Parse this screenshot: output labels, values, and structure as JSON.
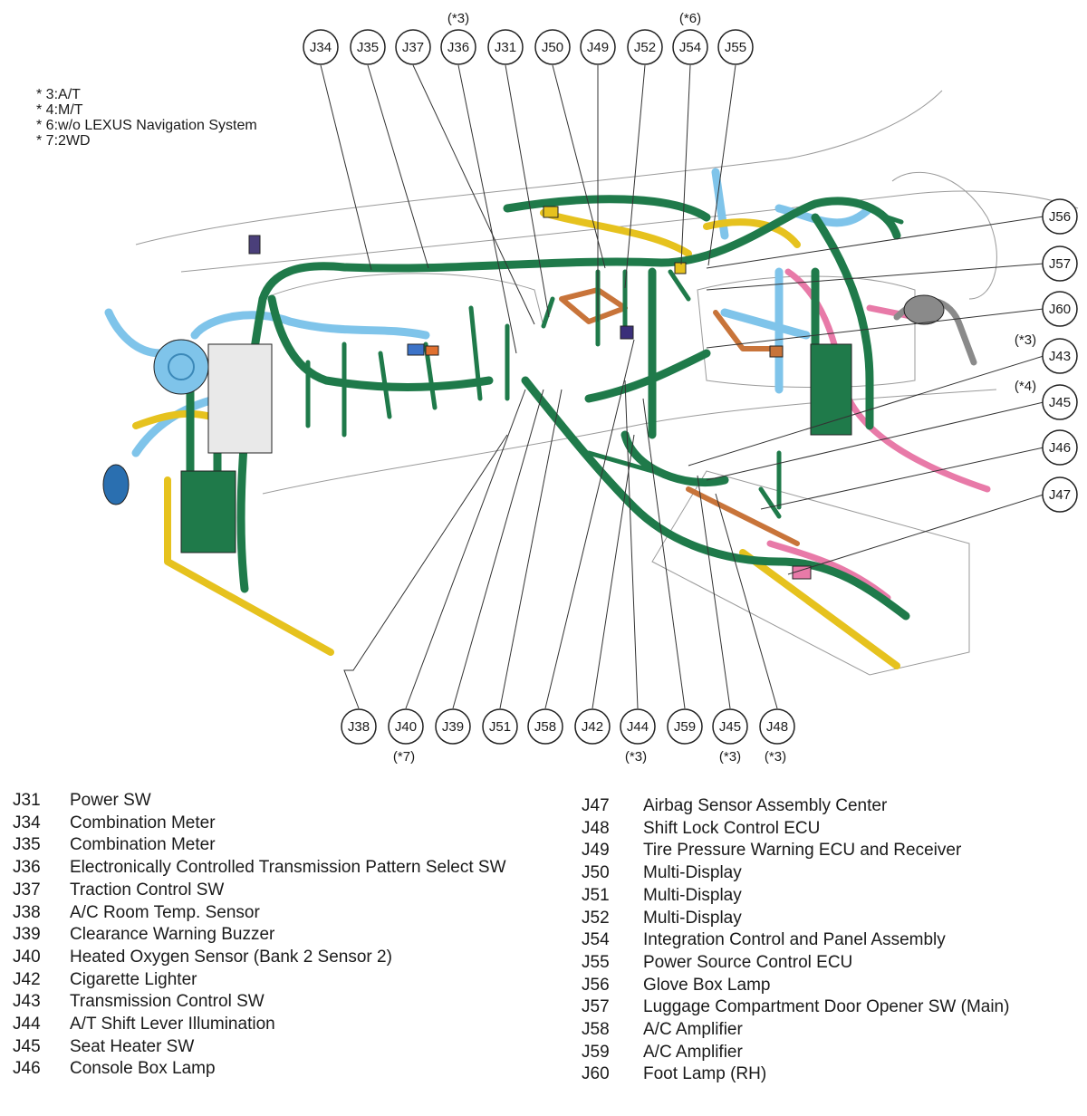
{
  "notes": [
    "* 3:A/T",
    "* 4:M/T",
    "* 6:w/o LEXUS Navigation System",
    "* 7:2WD"
  ],
  "callouts_top": [
    {
      "label": "J34",
      "note": ""
    },
    {
      "label": "J35",
      "note": ""
    },
    {
      "label": "J37",
      "note": ""
    },
    {
      "label": "J36",
      "note": "(*3)"
    },
    {
      "label": "J31",
      "note": ""
    },
    {
      "label": "J50",
      "note": ""
    },
    {
      "label": "J49",
      "note": ""
    },
    {
      "label": "J52",
      "note": ""
    },
    {
      "label": "J54",
      "note": "(*6)"
    },
    {
      "label": "J55",
      "note": ""
    }
  ],
  "callouts_right": [
    {
      "label": "J56",
      "note": ""
    },
    {
      "label": "J57",
      "note": ""
    },
    {
      "label": "J60",
      "note": ""
    },
    {
      "label": "J43",
      "note": "(*3)"
    },
    {
      "label": "J45",
      "note": "(*4)"
    },
    {
      "label": "J46",
      "note": ""
    },
    {
      "label": "J47",
      "note": ""
    }
  ],
  "callouts_bottom": [
    {
      "label": "J38",
      "note": ""
    },
    {
      "label": "J40",
      "note": "(*7)"
    },
    {
      "label": "J39",
      "note": ""
    },
    {
      "label": "J51",
      "note": ""
    },
    {
      "label": "J58",
      "note": ""
    },
    {
      "label": "J42",
      "note": ""
    },
    {
      "label": "J44",
      "note": "(*3)"
    },
    {
      "label": "J59",
      "note": ""
    },
    {
      "label": "J45",
      "note": "(*3)"
    },
    {
      "label": "J48",
      "note": "(*3)"
    }
  ],
  "legend_left": [
    {
      "code": "J31",
      "name": "Power SW"
    },
    {
      "code": "J34",
      "name": "Combination Meter"
    },
    {
      "code": "J35",
      "name": "Combination Meter"
    },
    {
      "code": "J36",
      "name": "Electronically Controlled Transmission Pattern Select SW"
    },
    {
      "code": "J37",
      "name": "Traction Control SW"
    },
    {
      "code": "J38",
      "name": "A/C Room Temp. Sensor"
    },
    {
      "code": "J39",
      "name": "Clearance Warning Buzzer"
    },
    {
      "code": "J40",
      "name": "Heated Oxygen Sensor (Bank 2 Sensor 2)"
    },
    {
      "code": "J42",
      "name": "Cigarette Lighter"
    },
    {
      "code": "J43",
      "name": "Transmission Control SW"
    },
    {
      "code": "J44",
      "name": "A/T Shift Lever Illumination"
    },
    {
      "code": "J45",
      "name": "Seat Heater SW"
    },
    {
      "code": "J46",
      "name": "Console Box Lamp"
    }
  ],
  "legend_right": [
    {
      "code": "J47",
      "name": "Airbag Sensor Assembly Center"
    },
    {
      "code": "J48",
      "name": "Shift Lock Control ECU"
    },
    {
      "code": "J49",
      "name": "Tire Pressure Warning ECU and Receiver"
    },
    {
      "code": "J50",
      "name": "Multi-Display"
    },
    {
      "code": "J51",
      "name": "Multi-Display"
    },
    {
      "code": "J52",
      "name": "Multi-Display"
    },
    {
      "code": "J54",
      "name": "Integration Control and Panel Assembly"
    },
    {
      "code": "J55",
      "name": "Power Source Control ECU"
    },
    {
      "code": "J56",
      "name": "Glove Box Lamp"
    },
    {
      "code": "J57",
      "name": "Luggage Compartment Door Opener SW (Main)"
    },
    {
      "code": "J58",
      "name": "A/C Amplifier"
    },
    {
      "code": "J59",
      "name": "A/C Amplifier"
    },
    {
      "code": "J60",
      "name": "Foot Lamp (RH)"
    }
  ],
  "colors": {
    "harness_main": "#1f7a4a",
    "harness_blue": "#7fc4ea",
    "harness_yellow": "#e6c21e",
    "harness_pink": "#e87aa8",
    "harness_orange": "#c8743a",
    "harness_grey": "#8a8a8a",
    "outline": "#222222"
  }
}
